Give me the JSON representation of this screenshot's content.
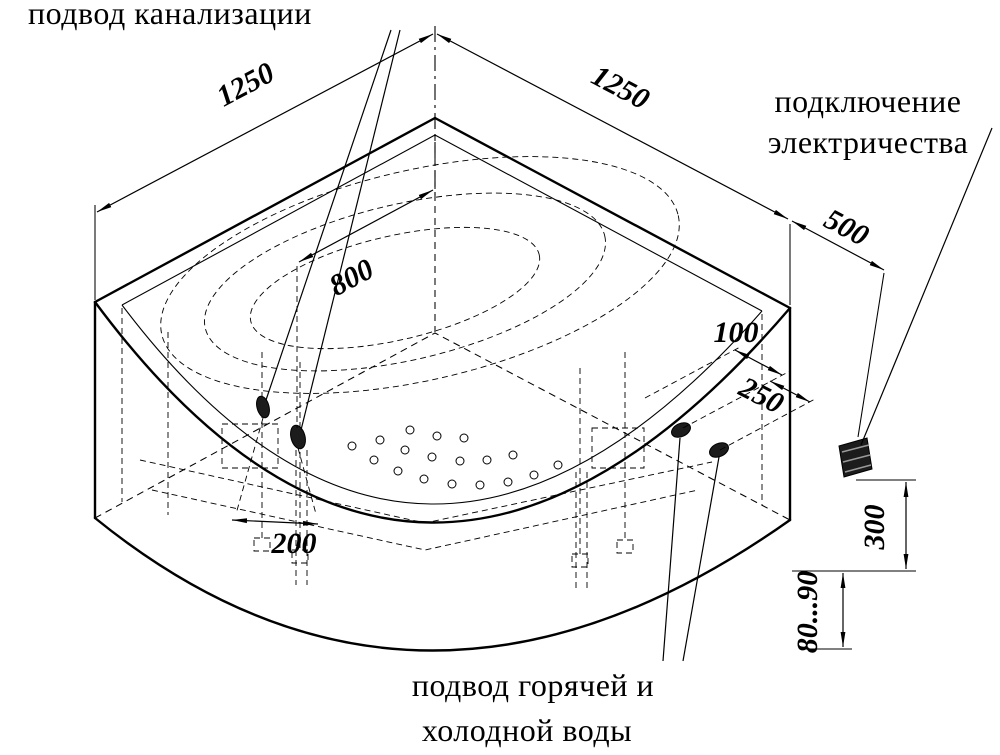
{
  "page": {
    "background": "#ffffff",
    "line_color": "#000000",
    "description": "isometric installation drawing of a corner whirlpool bathtub"
  },
  "labels": {
    "sewage": "подвод канализации",
    "electric_line1": "подключение",
    "electric_line2": "электричества",
    "water_line1": "подвод горячей и",
    "water_line2": "холодной воды"
  },
  "dimensions": {
    "width_left": "1250",
    "width_right": "1250",
    "drain_offset": "800",
    "electric_offset": "500",
    "pipe_offset_small": "100",
    "pipe_spacing": "250",
    "drain_spacing": "200",
    "electric_height": "300",
    "pipe_height_range": "80...90"
  }
}
